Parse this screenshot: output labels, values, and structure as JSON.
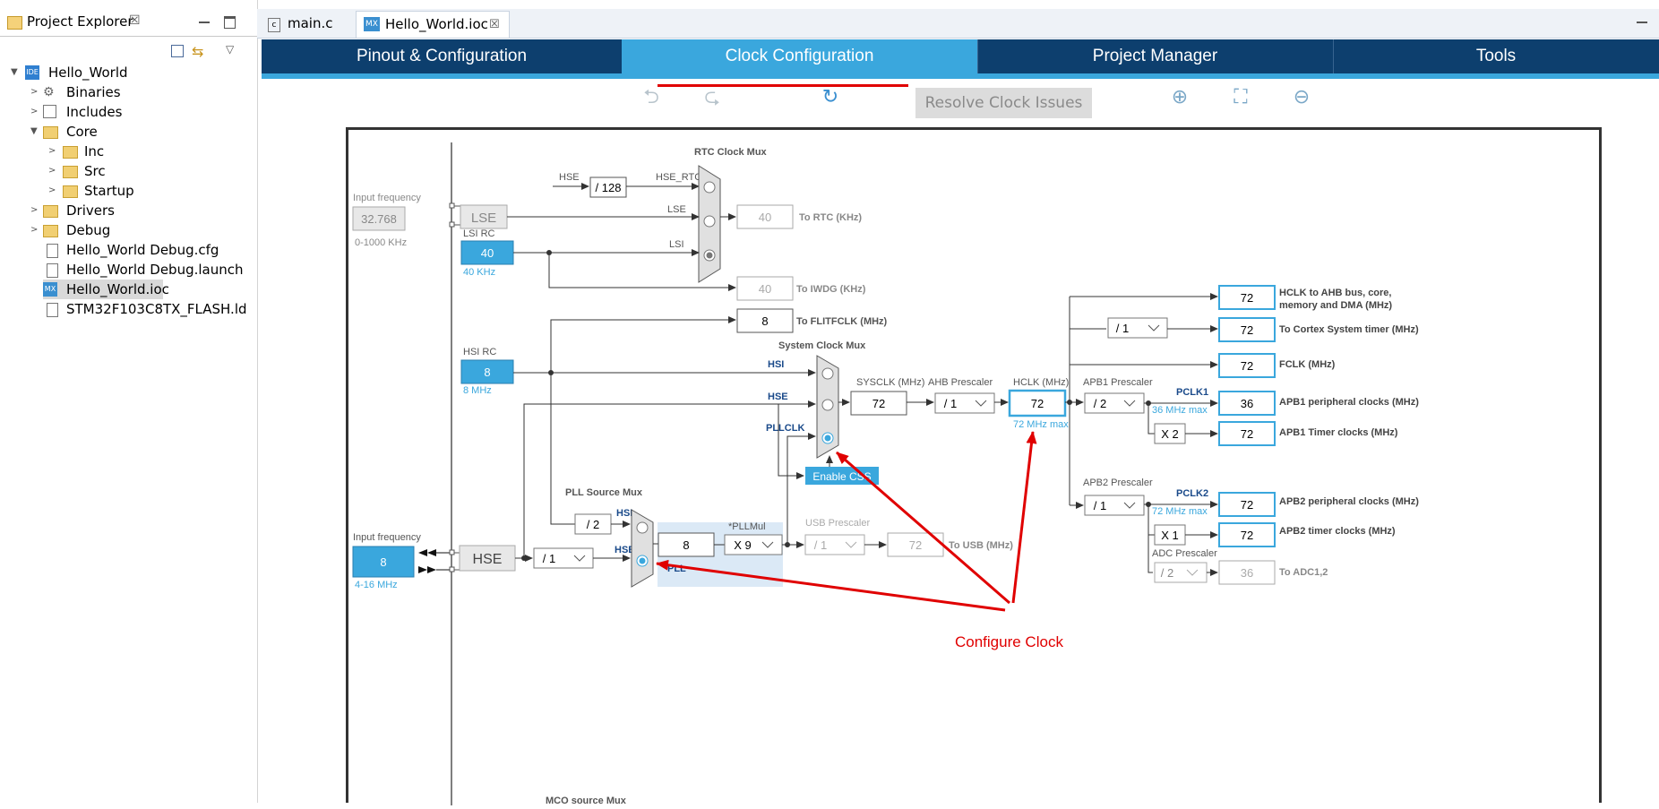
{
  "project_explorer": {
    "title": "Project Explorer",
    "close_symbol": "☒",
    "items": [
      {
        "label": "Hello_World"
      },
      {
        "label": "Binaries"
      },
      {
        "label": "Includes"
      },
      {
        "label": "Core"
      },
      {
        "label": "Inc"
      },
      {
        "label": "Src"
      },
      {
        "label": "Startup"
      },
      {
        "label": "Drivers"
      },
      {
        "label": "Debug"
      },
      {
        "label": "Hello_World Debug.cfg"
      },
      {
        "label": "Hello_World Debug.launch"
      },
      {
        "label": "Hello_World.ioc"
      },
      {
        "label": "STM32F103C8TX_FLASH.ld"
      }
    ]
  },
  "editor_tabs": [
    {
      "label": "main.c"
    },
    {
      "label": "Hello_World.ioc"
    }
  ],
  "cubemx_tabs": [
    {
      "label": "Pinout & Configuration"
    },
    {
      "label": "Clock Configuration"
    },
    {
      "label": "Project Manager"
    },
    {
      "label": "Tools"
    }
  ],
  "toolbar": {
    "resolve_label": "Resolve Clock Issues"
  },
  "clock": {
    "rtc_mux_title": "RTC Clock Mux",
    "hse": "HSE",
    "div128": "/ 128",
    "hse_rtc": "HSE_RTC",
    "lse": "LSE",
    "lsi": "LSI",
    "input_frequency": "Input frequency",
    "lse_freq": "32.768",
    "lse_range": "0-1000 KHz",
    "lsi_rc": "LSI RC",
    "lsi_value": "40",
    "lsi_sub": "40 KHz",
    "rtc_value": "40",
    "rtc_label": "To RTC (KHz)",
    "iwdg_value": "40",
    "iwdg_label": "To IWDG (KHz)",
    "flit_value": "8",
    "flit_label": "To FLITFCLK (MHz)",
    "hsi_rc": "HSI RC",
    "hsi_value": "8",
    "hsi_sub": "8 MHz",
    "sys_mux_title": "System Clock Mux",
    "hsi": "HSI",
    "pllclk": "PLLCLK",
    "enable_css": "Enable CSS",
    "sysclk_title": "SYSCLK (MHz)",
    "sysclk_value": "72",
    "ahb_title": "AHB Prescaler",
    "ahb_value": "/ 1",
    "hclk_title": "HCLK (MHz)",
    "hclk_value": "72",
    "hclk_max": "72 MHz max",
    "cortex_div": "/ 1",
    "apb1_title": "APB1 Prescaler",
    "apb1_value": "/ 2",
    "pclk1": "PCLK1",
    "pclk1_max": "36 MHz max",
    "apb1_timer_mul": "X 2",
    "apb2_title": "APB2 Prescaler",
    "apb2_value": "/ 1",
    "pclk2": "PCLK2",
    "pclk2_max": "72 MHz max",
    "apb2_timer_mul": "X 1",
    "adc_title": "ADC Prescaler",
    "adc_value": "/ 2",
    "outputs": [
      {
        "value": "72",
        "label": "HCLK to AHB bus, core,",
        "label2": "memory and DMA (MHz)"
      },
      {
        "value": "72",
        "label": "To Cortex System timer (MHz)"
      },
      {
        "value": "72",
        "label": "FCLK (MHz)"
      },
      {
        "value": "36",
        "label": "APB1 peripheral clocks (MHz)"
      },
      {
        "value": "72",
        "label": "APB1 Timer clocks (MHz)"
      },
      {
        "value": "72",
        "label": "APB2 peripheral clocks (MHz)"
      },
      {
        "value": "72",
        "label": "APB2 timer clocks (MHz)"
      },
      {
        "value": "36",
        "label": "To ADC1,2"
      }
    ],
    "pll_mux_title": "PLL Source Mux",
    "pll_div2": "/ 2",
    "hse_input_freq_label": "Input frequency",
    "hse_input_value": "8",
    "hse_range": "4-16 MHz",
    "hse_div": "/ 1",
    "pll_value": "8",
    "pllmul_title": "*PLLMul",
    "pllmul_value": "X 9",
    "pll": "PLL",
    "usb_title": "USB Prescaler",
    "usb_value": "/ 1",
    "usb_out": "72",
    "usb_label": "To USB (MHz)",
    "mco_title": "MCO source Mux",
    "annotation": "Configure Clock"
  },
  "colors": {
    "accent": "#3aa7dd",
    "navy": "#0d3f6e",
    "annotation": "#e00000"
  }
}
